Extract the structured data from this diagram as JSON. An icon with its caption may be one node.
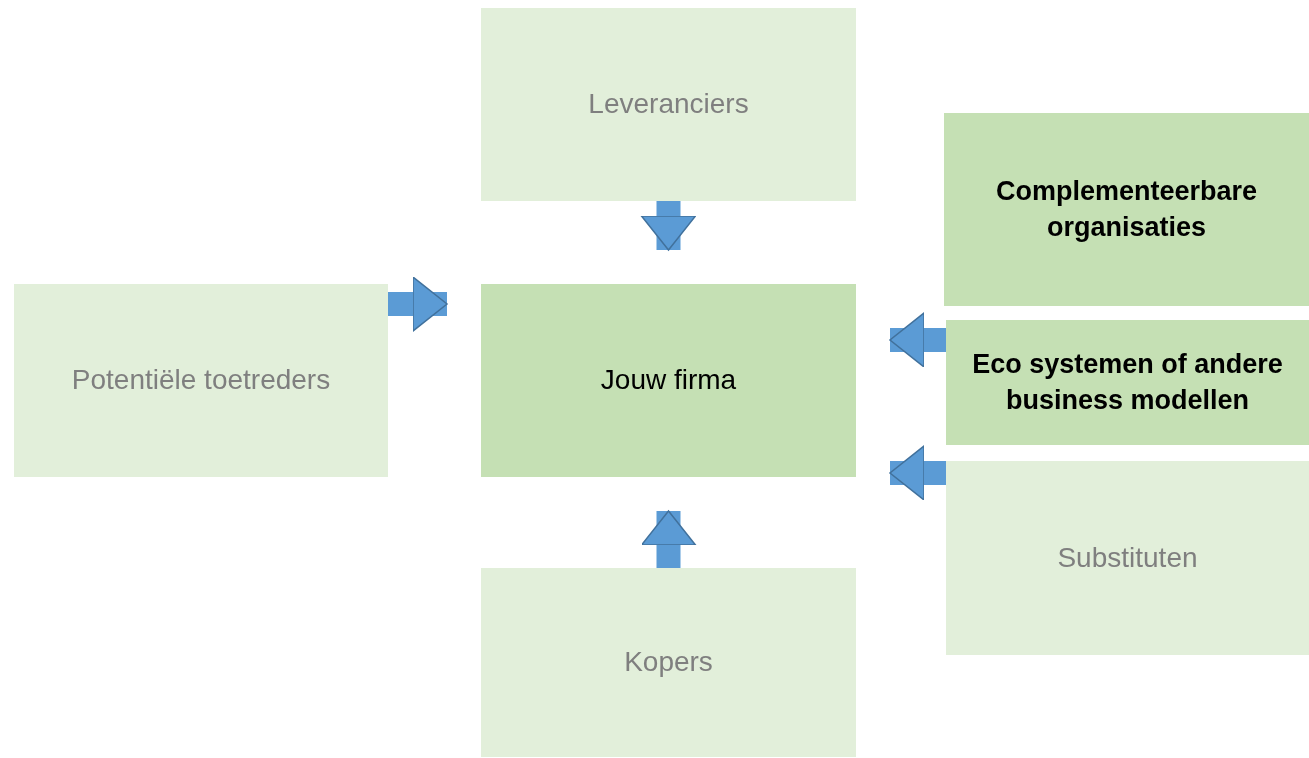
{
  "diagram": {
    "nodes": [
      {
        "text": [
          "Leveranciers"
        ]
      },
      {
        "text": [
          "Potentiële toetreders"
        ]
      },
      {
        "text": [
          "Jouw firma"
        ]
      },
      {
        "text": [
          "Complementeerbare organisaties"
        ]
      },
      {
        "text": [
          "Eco systemen of andere business modellen"
        ]
      },
      {
        "text": [
          "Substituten"
        ]
      },
      {
        "text": [
          "Kopers"
        ]
      }
    ],
    "edges": [
      {
        "from": 0,
        "to": 2,
        "arrow": "to"
      },
      {
        "from": 1,
        "to": 2,
        "arrow": "to"
      },
      {
        "from": 4,
        "to": 2,
        "arrow": "to"
      },
      {
        "from": 5,
        "to": 2,
        "arrow": "to"
      },
      {
        "from": 6,
        "to": 2,
        "arrow": "to"
      }
    ]
  }
}
